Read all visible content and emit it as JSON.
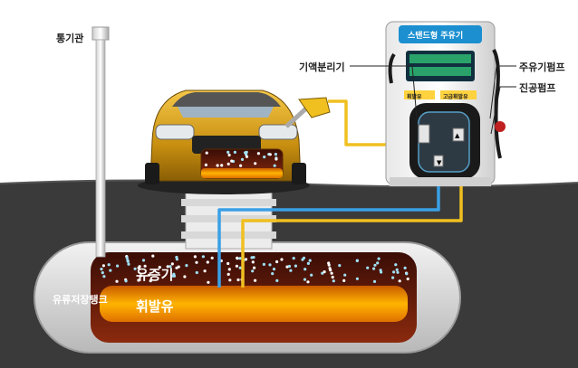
{
  "labels": {
    "vent_pipe": "통기관",
    "vapor_separator": "기액분리기",
    "dispenser_pump": "주유기펌프",
    "vacuum_pump": "진공펌프",
    "storage_tank": "유류저장탱크",
    "vapor": "유증기",
    "gasoline": "휘발유"
  },
  "dispenser": {
    "title": "스탠드형 주유기",
    "grade_left": "휘발유",
    "grade_right": "고급휘발유"
  },
  "colors": {
    "vapor_line": "#3aa0e6",
    "fuel_line": "#f0c020",
    "ground": "#3a3a3a",
    "gasoline": "#f5a500",
    "vapor": "#6b1a0c",
    "dispenser_accent": "#1b8fd0",
    "car_body": "#d9a320"
  },
  "icons": [
    "car-icon",
    "fuel-nozzle-icon",
    "dispenser-icon",
    "vent-pipe-icon"
  ]
}
